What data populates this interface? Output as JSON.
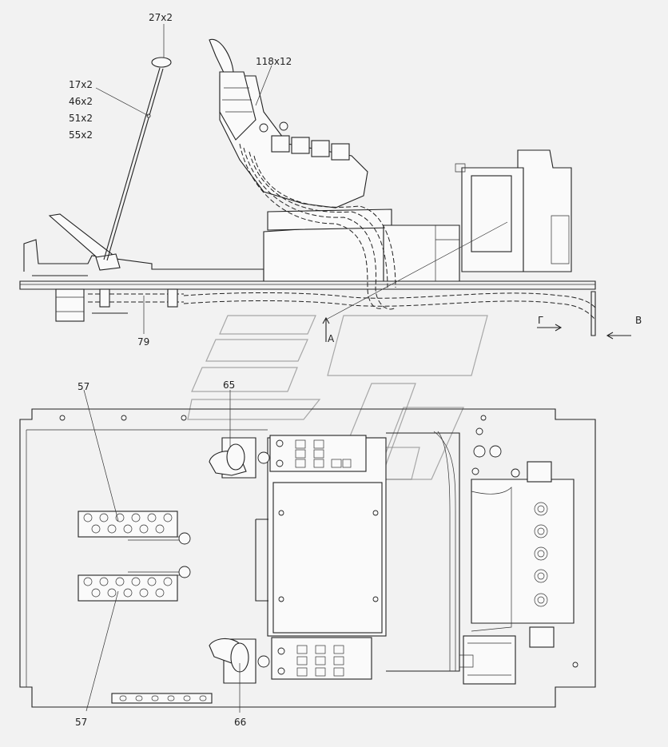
{
  "callouts": {
    "qty_27": "27x2",
    "qty_17": "17x2",
    "qty_46": "46x2",
    "qty_51": "51x2",
    "qty_55": "55x2",
    "qty_118": "118x12",
    "item_79": "79",
    "item_57_top": "57",
    "item_57_bottom": "57",
    "item_65": "65",
    "item_66": "66"
  },
  "view_markers": {
    "arrow_a": "А",
    "arrow_g": "Г",
    "arrow_v": "В"
  }
}
